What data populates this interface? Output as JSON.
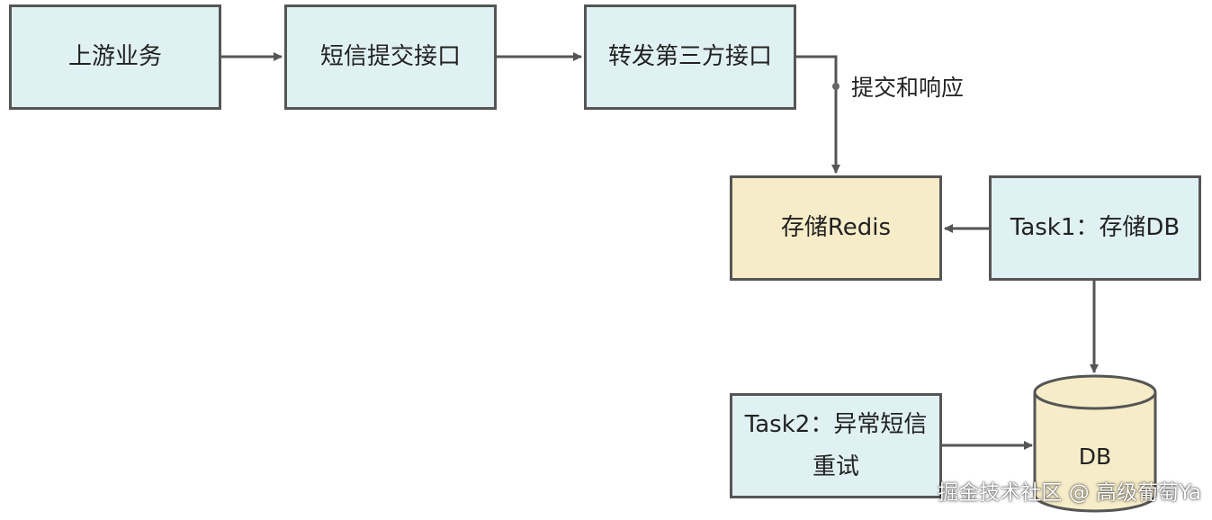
{
  "nodes": {
    "upstream": "上游业务",
    "sms_submit_api": "短信提交接口",
    "forward_third_party_api": "转发第三方接口",
    "redis_store": "存储Redis",
    "task1": "Task1：存储DB",
    "task2_line1": "Task2：异常短信",
    "task2_line2": "重试",
    "db": "DB"
  },
  "edges": {
    "forward_to_redis_label": "提交和响应"
  },
  "watermark": "掘金技术社区 @ 高级葡萄Ya",
  "colors": {
    "box_blue": "#e0f1f3",
    "box_yellow": "#f6ecc8",
    "stroke": "#555555"
  }
}
